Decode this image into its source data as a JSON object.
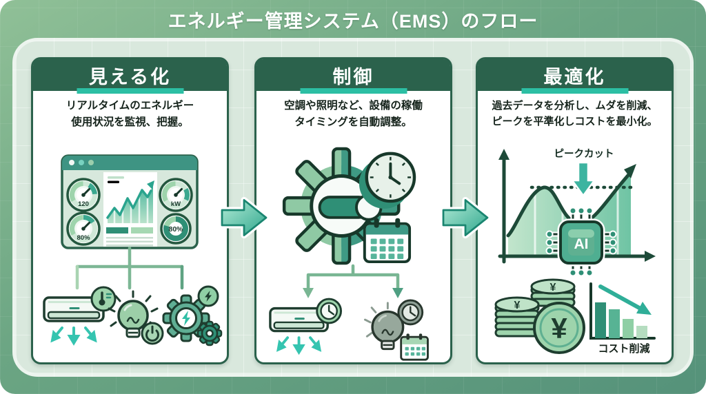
{
  "title": "エネルギー管理システム（EMS）のフロー",
  "panels": [
    {
      "header": "見える化",
      "desc1": "リアルタイムのエネルギー",
      "desc2": "使用状況を監視、把握。",
      "dashboard": {
        "gauge_top_left": "120",
        "gauge_bottom_left": "80%",
        "gauge_top_right": "kW",
        "gauge_bottom_right": "80%"
      }
    },
    {
      "header": "制御",
      "desc1": "空調や照明など、設備の稼働",
      "desc2": "タイミングを自動調整。"
    },
    {
      "header": "最適化",
      "desc1": "過去データを分析し、ムダを削減、",
      "desc2": "ピークを平準化しコストを最小化。",
      "peak_label": "ピークカット",
      "ai_label": "AI",
      "cost_label": "コスト削減",
      "yen_symbol": "¥"
    }
  ],
  "icons": [
    "dashboard",
    "gauge",
    "trend-chart",
    "air-conditioner",
    "thermometer",
    "lightbulb",
    "power-button",
    "gear",
    "bolt",
    "clock",
    "toggle-switch",
    "calendar",
    "peak-cut-arrow",
    "ai-chip",
    "yen-coins",
    "cost-reduction-chart",
    "flow-arrow",
    "branch-connector"
  ],
  "colors": {
    "header_green": "#2b624c",
    "accent_teal": "#2cbfa4",
    "panel_mint": "#d9e8dd",
    "outer_green_light": "#90c097",
    "outer_green_dark": "#55927a",
    "arrow_teal": "#35c4b0",
    "ink": "#15231b"
  }
}
